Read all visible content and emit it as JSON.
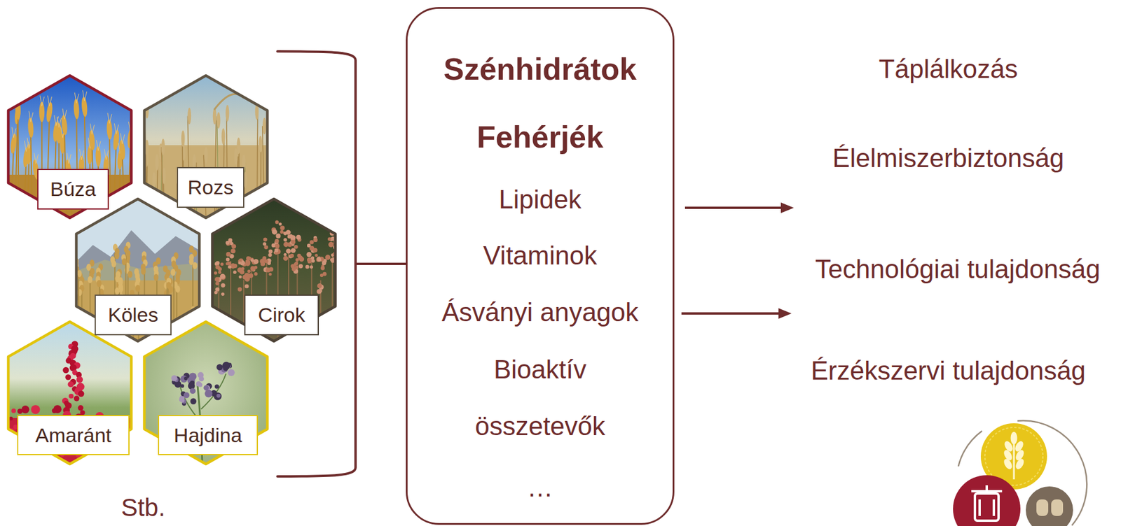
{
  "diagram": {
    "nodes": [
      {
        "text": [
          "Búza"
        ]
      },
      {
        "text": [
          "Rozs"
        ]
      },
      {
        "text": [
          "Köles"
        ]
      },
      {
        "text": [
          "Cirok"
        ]
      },
      {
        "text": [
          "Amaránt"
        ]
      },
      {
        "text": [
          "Hajdina"
        ]
      },
      {
        "text": [
          "Szénhidrátok",
          "Fehérjék",
          "Lipidek",
          "Vitaminok",
          "Ásványi anyagok",
          "Bioaktív összetevők",
          "…"
        ]
      }
    ],
    "labels": [
      "Stb.",
      "Táplálkozás",
      "Élelmiszerbiztonság",
      "Technológiai tulajdonság",
      "Érzékszervi tulajdonság"
    ]
  }
}
